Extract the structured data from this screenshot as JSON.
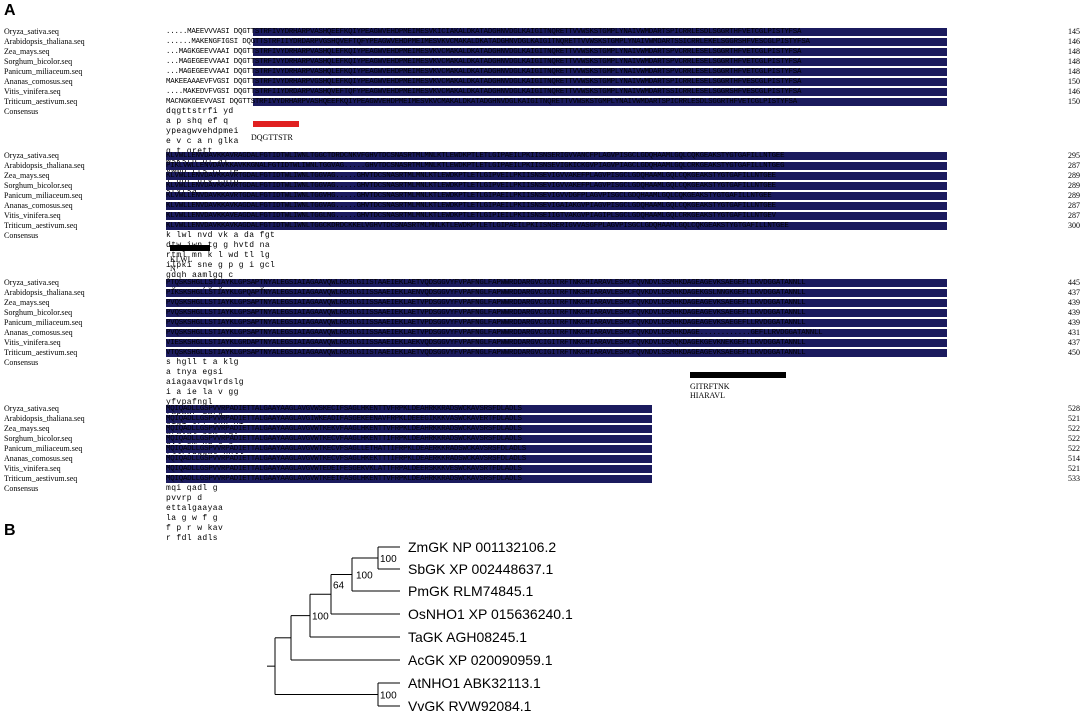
{
  "panel_a_label": "A",
  "panel_b_label": "B",
  "blocks": [
    {
      "rows": [
        {
          "name": "Oryza_sativa.seq",
          "seq": ".....MAEEVVVASI DQGTTSTRFIVYDRHARPVASHQEEFKQIYPEAGWVEHDPMEIMESVKICIAKALDKATADGHNVDGLKAIGITNQRETTVVWSKSTGMPLYNAIVWMDARTSPICRRLESDLSGGRTHFVETCGLPISTYFSA",
          "num": "145"
        },
        {
          "name": "Arabidopsis_thaliana.seq",
          "seq": "......MAKENGFIGSI DQGTTSTRFIIYDRDARPVGSHQVEFTQFYPEAGWVEHDPMEIMESVKVCMAKALDKATADGHNVDGLKAIGITNQRETTVVWSKSTGMPLYNAIVWMDARTSSICRRLEKELSGGRSHFVESCGLPISTYFSA",
          "num": "146"
        },
        {
          "name": "Zea_mays.seq",
          "seq": "...MAGKGEEVVAAI DQGTTSTRFIVYDRHARPVASHQLEFKQIYPEAGWVEHDPMEIMESVKVCMAKALDKATADGHNVDGLKAIGITNQRETTVVWSKSTGMPLYNAIVWMDARTSPVCRRLESELSGGRTHFVETCGLPISTYFSA",
          "num": "148"
        },
        {
          "name": "Sorghum_bicolor.seq",
          "seq": "...MAGEGEEVVAAI DQGTTSTRFIVYDRHARPVASHQLEFKQIYPEAGWVEHDPMEIMESVKVCMAKALDKATADGHNVDGLKAIGITNQRETTVVWSKSTGMPLYNAIVWMDARTSPVCRRLESELSGGRTHFVETCGLPISTYFSA",
          "num": "148"
        },
        {
          "name": "Panicum_miliaceum.seq",
          "seq": "...MAGEGEEVVAAI DQGTTSTRFIVYDRHARPVASHQLEFKQIYPEAGWVEHDPMEIMESVKVCMAKALDKATADGHNVDGLKAIGITNQRETTVVWSKSTGMPLYNAIVWMDARTSPVCRRLESELSGGRTHFVETCGLPISTYFSA",
          "num": "148"
        },
        {
          "name": "Ananas_comosus.seq",
          "seq": "MAKEEAAAEVFVGSI DQGTTSTRFIVYDRHARPVGSHQLEFKQIYPEAGWVEHDPMEIMESVKVCMAKALDKATADGHNVDGLKAIGITNQRETTVVWSKSTGMPLYNAIVWMDARTSPICRRLESELSGGRTHFVESCGLPISTYFSA",
          "num": "150"
        },
        {
          "name": "Vitis_vinifera.seq",
          "seq": "....MAKEDVFVGSI DQGTTSTRFIIYDRDARPVASHQVEFTQFYPEAGWVEHDPMEIMESVKVCMAKALDKATADGHNVDGLKAIGITNQRETTVVWSKSTGMPLYNAIVWMDARTSSICRRLESELSGGRSHFVESCGLPISTYFSA",
          "num": "146"
        },
        {
          "name": "Triticum_aestivum.seq",
          "seq": "MACNGKGEEVVASI DQGTTSTRFIVYDRHARPVASHQEEFKQIYPEAGWVEHDPMEIMESVKVCMAKALDKATADGHNVDGLKAIGITNQRETTVVWSKSTGMPLYNAIVWMDARTSPICRRLESDLSGGRTHFVETCGLPISTYFSA",
          "num": "150"
        }
      ],
      "consensus_label": "Consensus",
      "consensus": "dqgttstrfi  yd   a p  shq ef q ypeagwvehdpmei  e  v   c          a       n    glka g  t qrett  wskstg pl     ai vwmd rts  cr  le  l  ggr  hfv   cglp  styfsa",
      "motif": {
        "text": "DQGTTSTR",
        "color": "#e02020"
      }
    },
    {
      "rows": [
        {
          "name": "Oryza_sativa.seq",
          "seq": "KLVWLLENVDAVKKAVRAGDALFGTIDTWLIWNLTGGCTDRDCNKVFGHVTDCSNASRTMLMNLKTLEWDKPTLETLGIPAEILPKIISNSERIGVVANCFPLAGVPISGCLGDQHAAMLGQLCQKGEAKSTYGTGAFILLNTGEE",
          "num": "295"
        },
        {
          "name": "Arabidopsis_thaliana.seq",
          "seq": "PIKLVWLLENVDAVKKAVKKGNALFGTIDTWLIWNLTGGVAG.....GHVTDCSNASRTMLMNLKTLEWDKPTLETLGIPAEILPKIISNSEVIGKICKGVPIAGVPIAGCLGDQHAAMLGQLCRKGEAKSTYGTGAFILLNTGEG",
          "num": "287"
        },
        {
          "name": "Zea_mays.seq",
          "seq": "KLVWLLENVDAVKKAVRTGDALFGTIDTWLIWNLTGGVAG.....GHVTDCSNASRTMLMNLKTLEWDKPTLETLGIPVEILPKIISNSEVIGVVAKEFPLAGVPISGCLGDQHAAMLGQLCQKGEAKSTYGTGAFILLNTGEE",
          "num": "289"
        },
        {
          "name": "Sorghum_bicolor.seq",
          "seq": "KLVWLLENVDAVKKAVRTGDALFGTIDTWLIWNLTGGVAG.....GHVTDCSNASRTMLMNLKTLEWDKPTLETLGIPVEILPKIISNSEVIGVVAKEFPLAGVPISGCLGDQHAAMLGQLCQKGEAKSTYGTGAFILLNTGEE",
          "num": "289"
        },
        {
          "name": "Panicum_miliaceum.seq",
          "seq": "KLVWLLENVDAVKKAVRTGDALFGTIDTWLIWNLTGGVHG.....GHVTDCSNASRTMLMNLKTLEWDKPTLETLGIPAEILPKIISNSEVIGVVDGFPLAGVPISGCLGDQHAAMLGQLCQKGEAKSTYGTGAFILLNTGEE",
          "num": "289"
        },
        {
          "name": "Ananas_comosus.seq",
          "seq": "KLVWLLENVDAVKKAVKAGDALFGTIDTWLIWNLTGGVAG.....GHVTDCSNASRTMLMNLKTLEWDKPTLETLGIPAEILPKIISNSEVIGAIAKGVPIAGVPISGCLGDQHAAMLGQLCQKGEAKSTYGTGAFILLNTGEE",
          "num": "287"
        },
        {
          "name": "Vitis_vinifera.seq",
          "seq": "KLVWLLENVDAVKKAVEAGDALFGTIDTWLIWNLTGGLNG.....GHVTDCSNASRTMLMNLKTLEWDKPTLETLGIPIEILPKIISNSEIIGTVAKGVPIAGIPLSGCLGDQHAAMLGQLCRKGEAKSTYGTGAFILLNTGEV",
          "num": "287"
        },
        {
          "name": "Triticum_aestivum.seq",
          "seq": "KLVWLLENVDAVKKAVKAGDALFGTIDTWLIWNLTGGCKDRDCKKELVGHVTDCSNASRTMLMNLKTLEWDKPTLETLGIPAEILPKIISNSERIGVVASGFPLAGVPISGCLGDQHAAMLGQLCQKGEAKSTYGTGAFILLNTGEE",
          "num": "300"
        }
      ],
      "consensus_label": "Consensus",
      "consensus": " k lwl   nvd vk  a     da fgt  dtw iwn  tg                  g hvtd  na rtml mn  k l  wd  tl   lg    ilpki  sne  g       p    g    i  gcl gdqh aamlgq c   kgeakstygtgafillntgee",
      "motif": {
        "text": "KLWL N",
        "color": "#000000"
      }
    },
    {
      "rows": [
        {
          "name": "Oryza_sativa.seq",
          "seq": "PTQSKSHGLLSTIAYKLGPSAPTNYALEGSIAIAGAAVQWLRDSLGIISTAAEIEKLAETVQDSGGVYFVPAFNGLFAPWWRDDARGVCIGITRFTNKCHIARAVLESMCFQVNDVLSSMHKDAGEAGEVKSAEGEFLLRVDGGATANNLL",
          "num": "445"
        },
        {
          "name": "Arabidopsis_thaliana.seq",
          "seq": "PIKSKSHGLLSTIAYKLGPQAPTNYALEGSIAIAGAAVQWLRDSLGIISSAAEIEKLAENVQDSGGVYFVPAFNGLFAPWWRDDARGVCIGITRFTNKSHIARAVLESMCFQVKDVLDSMNKDAGEKGSLNNGKGEFLLRVDGGATANNLL",
          "num": "437"
        },
        {
          "name": "Zea_mays.seq",
          "seq": "PVQSKSHGLLSTIAYKLGPSAPTNYALEGSIAIAGAAVQWLRDSLGIISSAAEIEKLAETVPDSGGVYFVPAFNGLFAPWWRDDARGVCIGITRFTNKCHIARAVLESMCFQVKDVLDSMHKDAGEAGEVKSAEGEFLLRVDGGATANNLL",
          "num": "439"
        },
        {
          "name": "Sorghum_bicolor.seq",
          "seq": "PVQSKSHGLLSTIAYKLGPSAPTNYALEGSIAIAGAAVQWLRDSLGIISSAAEIEKLAETVPDSGGVYFVPAFNGLFAPWWRDDARGVCIGITRFTNKCHIARAVLESMCFQVKDVLDSMHKDAGEAGEVKSAEGEFLLRVDGGATANNLL",
          "num": "439"
        },
        {
          "name": "Panicum_miliaceum.seq",
          "seq": "PVQSKSHGLLSTIAYKLGPSAPTNYALEGSIAIAGAAVQWLRDSLGIISSAAEIEKLAETVPDSGGVYFVPAFNGLFAPWWRDDARGVCIGITRFTNKCHIARAVLESMCFQVKDVLDSMHKDAGEAGEVKSAEGEFLLRVDGGATANNLL",
          "num": "439"
        },
        {
          "name": "Ananas_comosus.seq",
          "seq": "PVQSKSHGLLSTIAYKLGPSAPTNYALEGSIAIAGAAVQWLRDSLGIISSAAEIEKLAETVPDSGGVYFVPAFNGLFAPWWRDDARGVCIGITRFTNKCHIARAVLESMCFQVKDVLDSMHKDAGE............GEFLLRVDGGATANNLL",
          "num": "431"
        },
        {
          "name": "Vitis_vinifera.seq",
          "seq": "VIESKSHGLLSTIAYKLGRDAPTNYALEGSIAIAGAAVQWLRDSLGIISSAAEIEKLAEKVQDSGGVYFVPAFNGLFAPWWRDDARGVCIGITRFTNKCHIARAVLESMCFQVKDVLDSMQKDAGEKGEVKNEKGEFLLRVDGGATANNLL",
          "num": "437"
        },
        {
          "name": "Triticum_aestivum.seq",
          "seq": "VTQSKSHGLLSTIAYKLGPSAPTNYALEGSIAIAGAAVQWLRDSLGIISTAAEIEKLAETVQDSGGVYFVPAFNGLFAPWWRDDARGVCIGITRFTNKCHIARAVLESMCFQVNDVLSSMHKDAGEAGEVKSAEGEFLLRVDGGATANNLL",
          "num": "450"
        }
      ],
      "consensus_label": "Consensus",
      "consensus": "      s hgll  t a klg  a tnya egsi aiagaavqwlrdslg i    a  ie la   v    gg yfvpafngl fapwwr darg  cigi trf tnk  hi araval esm fqv  dvl  sm kd  e           e  fllrvdggat nnll",
      "motif": {
        "text": "GITRFTNK HIARAVL",
        "color": "#000000"
      }
    },
    {
      "rows": [
        {
          "name": "Oryza_sativa.seq",
          "seq": "MQIQADLLGSPVVRPADIETTALGAAYAAGLAVGVWSKECIFSAGLHKENTTVFRPKLDEAHRKKRADSWCKAVSRSFDLADLS",
          "num": "528"
        },
        {
          "name": "Arabidopsis_thaliana.seq",
          "seq": "MQIQADLLGSPVVRPADIETTALGAAYAAGLAVGIWKEADIFASGEKEENAVFRPKLDEEEGIKKKVASWCKAVERTFDLADLS",
          "num": "521"
        },
        {
          "name": "Zea_mays.seq",
          "seq": "MQIQADLLGSPVVRPADIETTALGAAYAAGLAVGVWTKEKVFAAGLHKENTTVFRPKLDEAHRKKRADSWCKAVSRSFDLADLS",
          "num": "522"
        },
        {
          "name": "Sorghum_bicolor.seq",
          "seq": "MQIQADLLGSPVVRPADIETTALGAAYAAGLAVGVWTKECVFAAGLHKENTTIFRPKLDEAHRKKRADSWCKAVSRSFDLADLS",
          "num": "522"
        },
        {
          "name": "Panicum_miliaceum.seq",
          "seq": "MQIQADLLGSPVVRPADIETTALGAAYAAGLAVGVWTKECVFSAGLLETHATTIFRPKLDEAERKKRADSWCKAVSRSFDLADLS",
          "num": "522"
        },
        {
          "name": "Ananas_comosus.seq",
          "seq": "MQIQADLLGSPVVRPADIETTALGAAYAAGLAVGVWTKECVFSAGLHKEKTTTIFRPKLDEAERKKRADSWCKAVSRSFDLADLS",
          "num": "514"
        },
        {
          "name": "Vitis_vinifera.seq",
          "seq": "MQIQADLLGSPVVRPADIETTALGAAYAAGLAVGVWTEDEIFESGEKVKLATTFRPALDEERSKKKVESWCKAVSRTFDLADLS",
          "num": "521"
        },
        {
          "name": "Triticum_aestivum.seq",
          "seq": "MQIQADLLGSPVVRPADIETTALGAAYAAGLAVGVWTKEEIFASGLHKENTTVFRPKLDEAHRKKRADSWCKAVSRSFDLADLS",
          "num": "533"
        }
      ],
      "consensus_label": "Consensus",
      "consensus": "mqi qadl  g pvvrp d ettalgaayaa la g w             f     g            f  p        r             w kav r  fdl adls",
      "motif": null
    }
  ],
  "tree": {
    "leaves": [
      "ZmGK NP 001132106.2",
      "SbGK XP 002448637.1",
      "PmGK RLM74845.1",
      "OsNHO1 XP 015636240.1",
      "TaGK AGH08245.1",
      "AcGK XP 020090959.1",
      "AtNHO1 ABK32113.1",
      "VvGK RVW92084.1"
    ],
    "bootstraps": {
      "zm_sb": "100",
      "zm_sb_pm": "100",
      "with_os": "64",
      "with_ta": "100",
      "at_vv": "100"
    }
  }
}
